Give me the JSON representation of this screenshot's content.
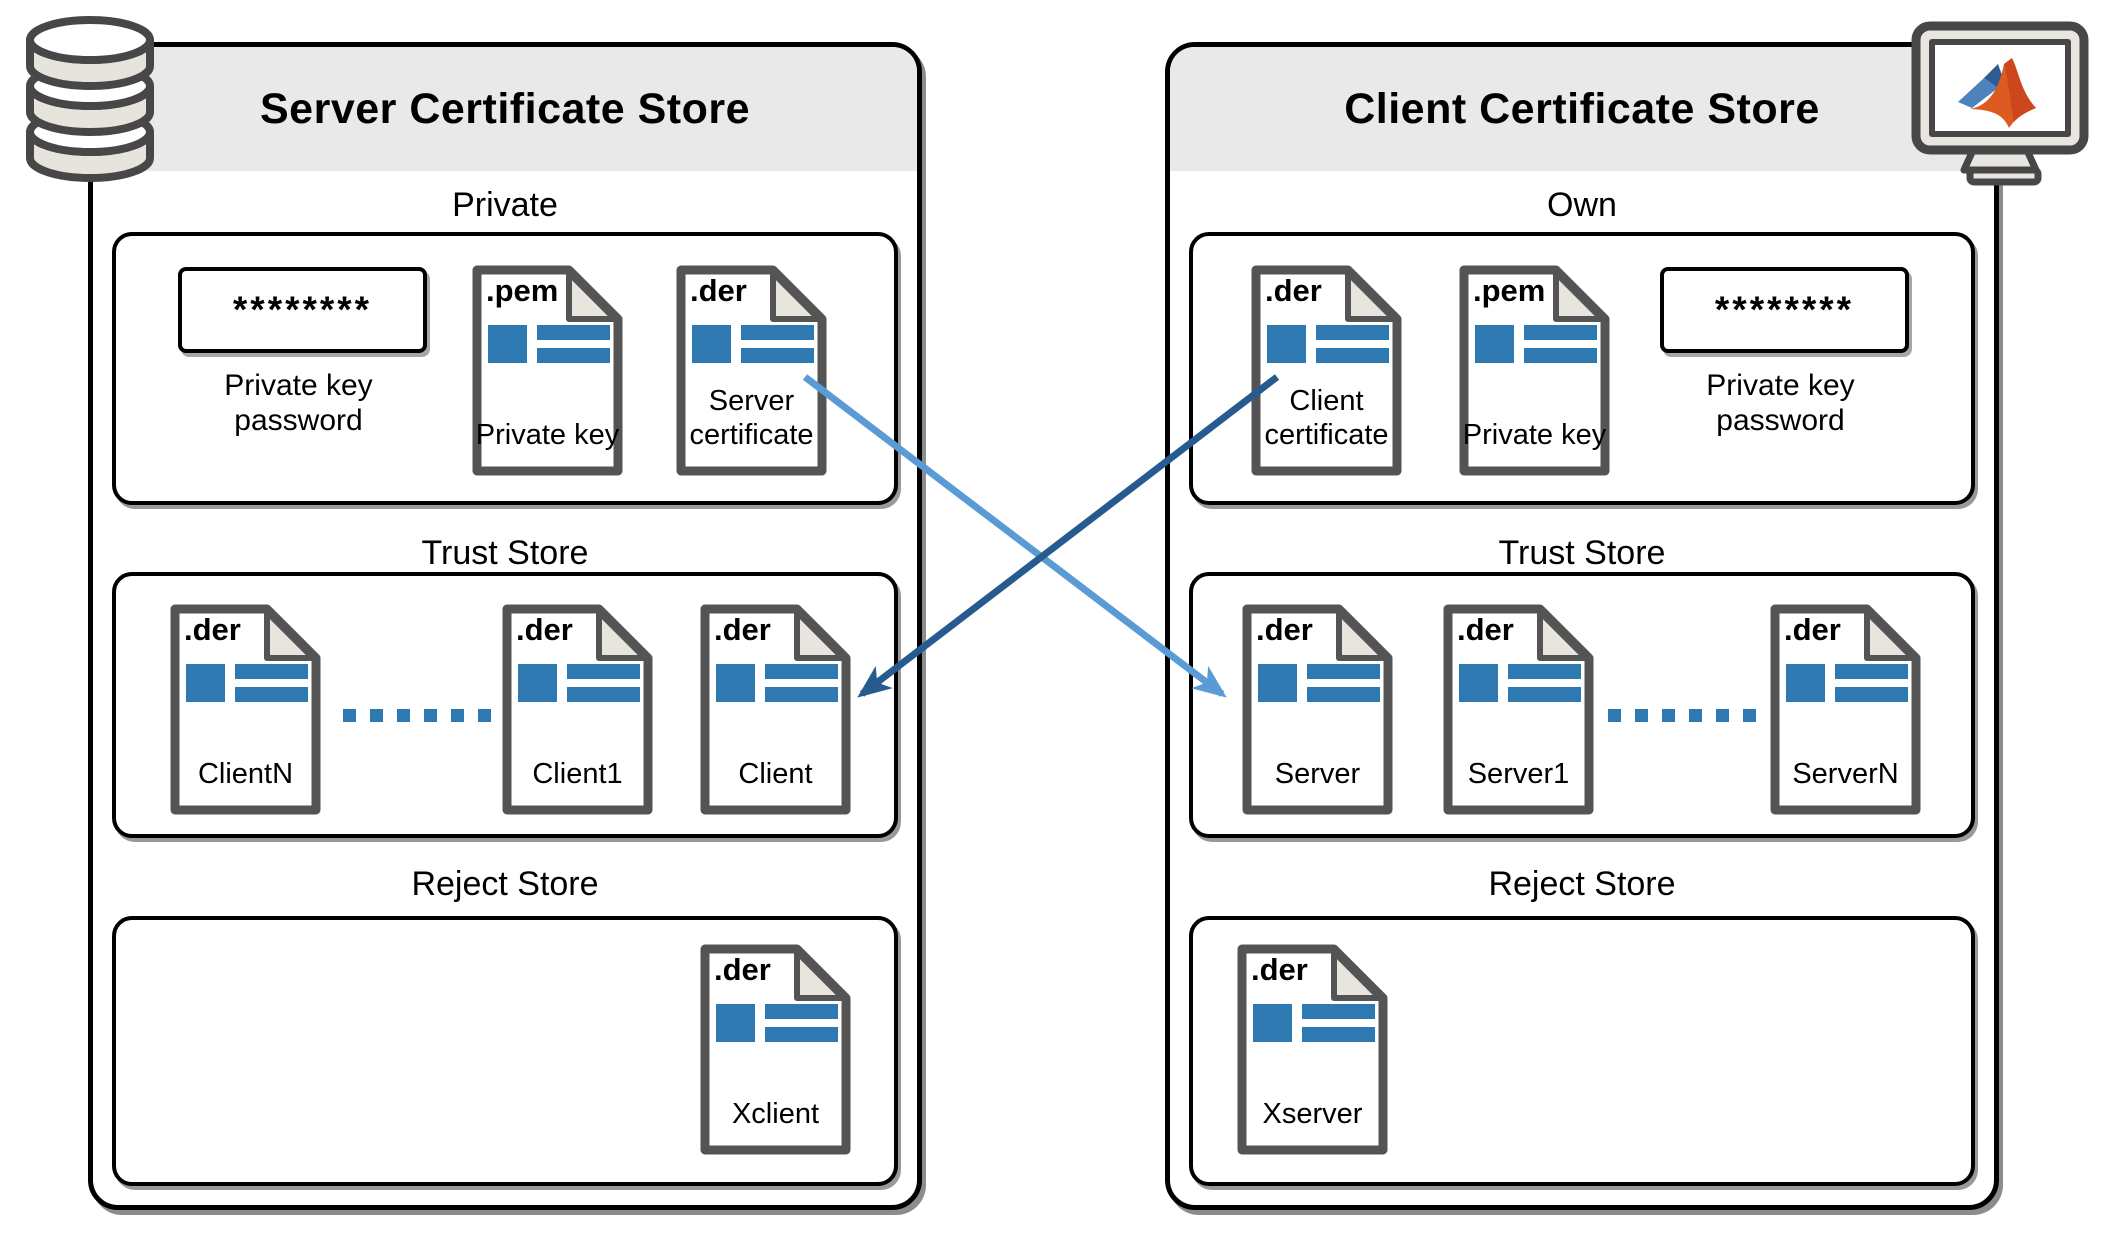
{
  "colors": {
    "doc_blue": "#2F79B2",
    "arrow_light_blue": "#5B9BD5",
    "arrow_dark_blue": "#275B90",
    "header_gray": "#e9e9e9"
  },
  "server": {
    "title": "Server Certificate Store",
    "private": {
      "label": "Private",
      "password_value": "********",
      "password_caption": "Private key password",
      "docs": [
        {
          "ext": ".pem",
          "label": "Private key"
        },
        {
          "ext": ".der",
          "label": "Server certificate"
        }
      ]
    },
    "trust": {
      "label": "Trust Store",
      "docs": [
        {
          "ext": ".der",
          "label": "ClientN"
        },
        {
          "ext": ".der",
          "label": "Client1"
        },
        {
          "ext": ".der",
          "label": "Client"
        }
      ]
    },
    "reject": {
      "label": "Reject Store",
      "docs": [
        {
          "ext": ".der",
          "label": "Xclient"
        }
      ]
    }
  },
  "client": {
    "title": "Client Certificate Store",
    "own": {
      "label": "Own",
      "password_value": "********",
      "password_caption": "Private key password",
      "docs": [
        {
          "ext": ".der",
          "label": "Client certificate"
        },
        {
          "ext": ".pem",
          "label": "Private key"
        }
      ]
    },
    "trust": {
      "label": "Trust Store",
      "docs": [
        {
          "ext": ".der",
          "label": "Server"
        },
        {
          "ext": ".der",
          "label": "Server1"
        },
        {
          "ext": ".der",
          "label": "ServerN"
        }
      ]
    },
    "reject": {
      "label": "Reject Store",
      "docs": [
        {
          "ext": ".der",
          "label": "Xserver"
        }
      ]
    }
  },
  "arrows": [
    {
      "name": "server-certificate-to-client-trust",
      "color": "#5B9BD5"
    },
    {
      "name": "client-certificate-to-server-trust",
      "color": "#275B90"
    }
  ],
  "icons": {
    "database": "database-icon",
    "matlab_monitor": "matlab-monitor-icon"
  }
}
